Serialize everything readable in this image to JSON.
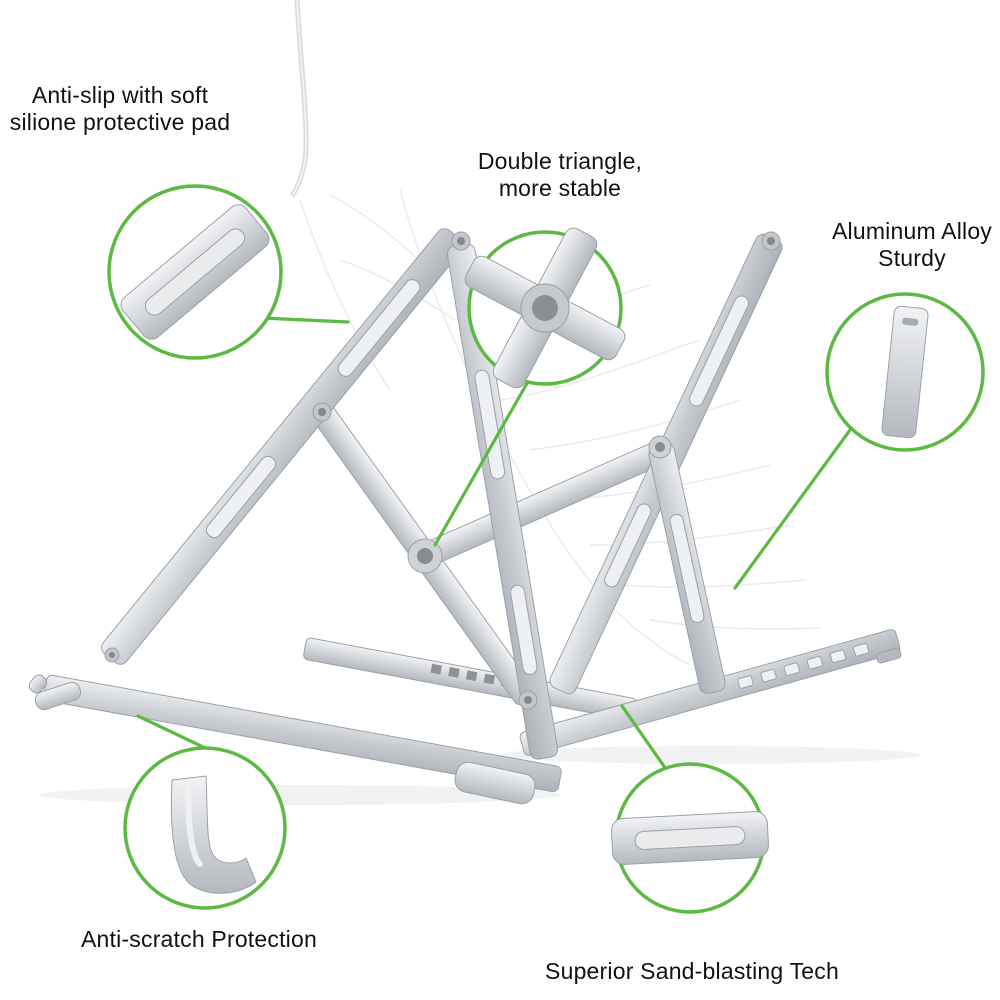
{
  "callouts": {
    "anti_slip": {
      "line1": "Anti-slip with soft",
      "line2": "silione protective pad"
    },
    "double_triangle": {
      "line1": "Double triangle,",
      "line2": "more stable"
    },
    "aluminum_alloy": {
      "line1": "Aluminum Alloy",
      "line2": "Sturdy"
    },
    "anti_scratch": {
      "line1": "Anti-scratch Protection"
    },
    "sand_blasting": {
      "line1": "Superior Sand-blasting Tech"
    }
  },
  "colors": {
    "accent_green": "#5cb944",
    "metal_light": "#eceef0",
    "metal_dark": "#aab0b6",
    "text": "#111111",
    "background": "#ffffff"
  }
}
